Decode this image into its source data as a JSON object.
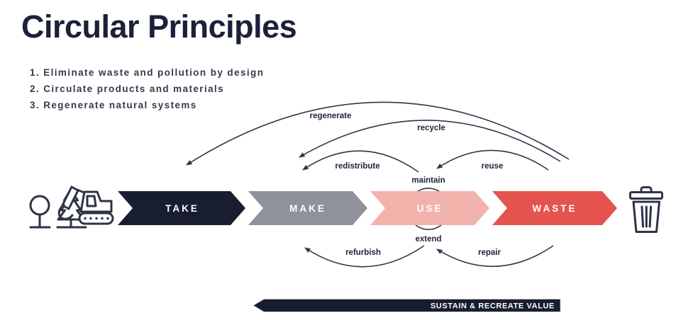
{
  "page": {
    "title": "Circular Principles"
  },
  "principles": [
    "1. Eliminate waste and pollution by design",
    "2. Circulate products and materials",
    "3. Regenerate natural systems"
  ],
  "flow": {
    "stages": [
      {
        "label": "TAKE",
        "color": "#181d30"
      },
      {
        "label": "MAKE",
        "color": "#8f919b"
      },
      {
        "label": "USE",
        "color": "#f2b3ac"
      },
      {
        "label": "WASTE",
        "color": "#e5534e"
      }
    ]
  },
  "loop_labels": {
    "regenerate": "regenerate",
    "recycle": "recycle",
    "redistribute": "redistribute",
    "reuse": "reuse",
    "maintain": "maintain",
    "extend": "extend",
    "refurbish": "refurbish",
    "repair": "repair"
  },
  "footer": {
    "label": "SUSTAIN & RECREATE VALUE",
    "color": "#181d30"
  },
  "icons": {
    "source": [
      "tree-icon",
      "excavator-icon"
    ],
    "sink": "trash-icon"
  },
  "colors": {
    "line": "#31364a",
    "label": "#20253a",
    "icon": "#2e3346"
  }
}
